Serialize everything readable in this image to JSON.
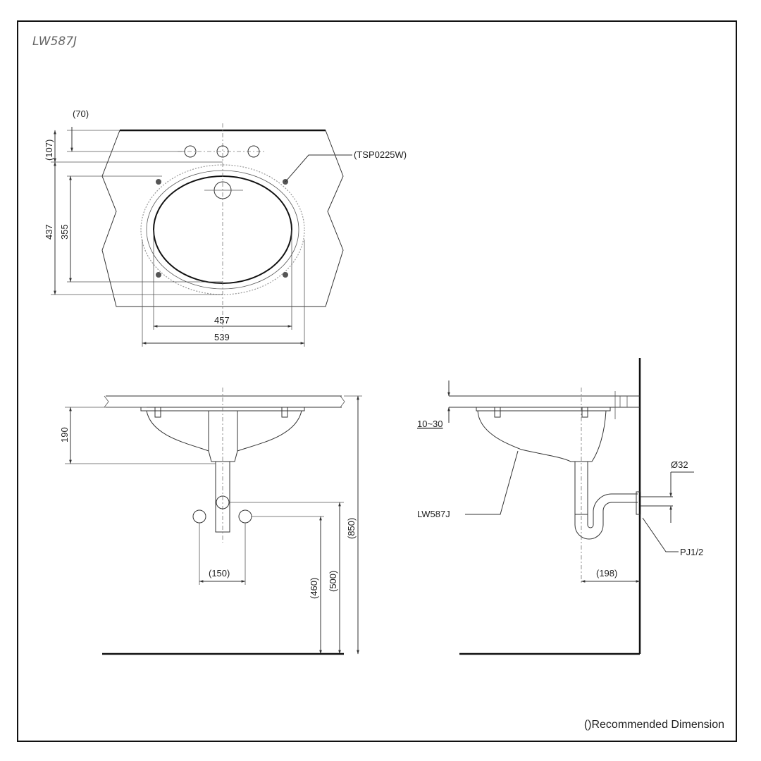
{
  "title": "LW587J",
  "note": "()Recommended Dimension",
  "top_view": {
    "dim_70": "(70)",
    "dim_107": "(107)",
    "dim_437": "437",
    "dim_355": "355",
    "dim_457": "457",
    "dim_539": "539",
    "faucet_label": "(TSP0225W)"
  },
  "front_view": {
    "dim_190": "190",
    "dim_150": "(150)",
    "dim_460": "(460)",
    "dim_500": "(500)",
    "dim_850": "(850)"
  },
  "side_view": {
    "dim_10_30": "10~30",
    "basin_label": "LW587J",
    "dim_d32": "Ø32",
    "valve_label": "PJ1/2",
    "dim_198": "(198)"
  }
}
